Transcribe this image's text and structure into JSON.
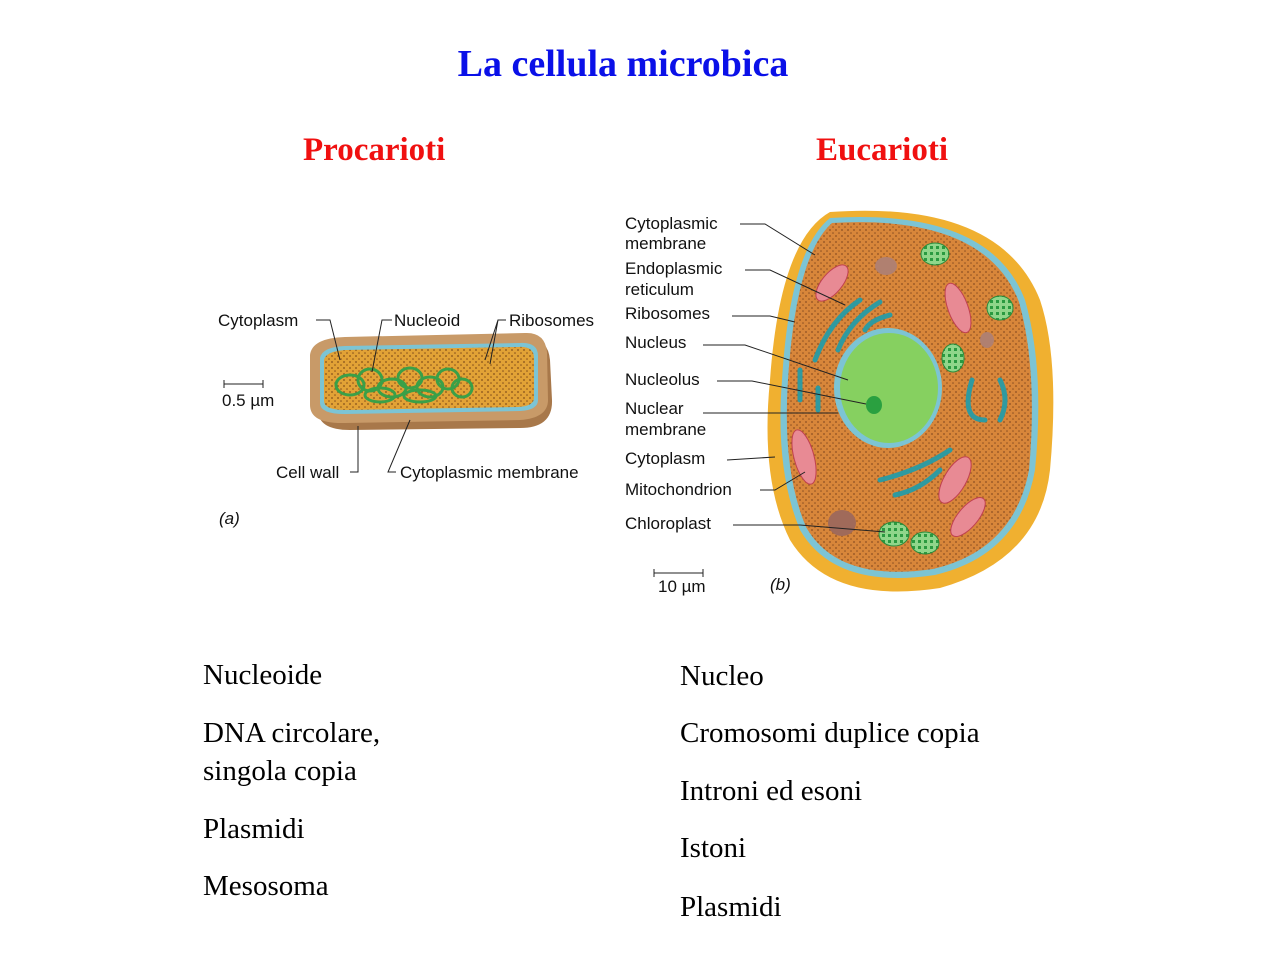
{
  "title": "La cellula microbica",
  "columns": {
    "left": {
      "heading": "Procarioti",
      "items": [
        "Nucleoide",
        "DNA circolare,",
        "singola copia",
        "Plasmidi",
        "Mesosoma"
      ]
    },
    "right": {
      "heading": "Eucarioti",
      "items": [
        "Nucleo",
        "Cromosomi duplice copia",
        "Introni ed esoni",
        "Istoni",
        "Plasmidi"
      ]
    }
  },
  "figure_a": {
    "panel": "(a)",
    "scale": "0.5 µm",
    "labels": {
      "cytoplasm": "Cytoplasm",
      "nucleoid": "Nucleoid",
      "ribosomes": "Ribosomes",
      "cell_wall": "Cell wall",
      "membrane": "Cytoplasmic membrane"
    }
  },
  "figure_b": {
    "panel": "(b)",
    "scale": "10 µm",
    "labels": {
      "membrane_1": "Cytoplasmic",
      "membrane_2": "membrane",
      "er_1": "Endoplasmic",
      "er_2": "reticulum",
      "ribosomes": "Ribosomes",
      "nucleus": "Nucleus",
      "nucleolus": "Nucleolus",
      "nuclear_1": "Nuclear",
      "nuclear_2": "membrane",
      "cytoplasm": "Cytoplasm",
      "mitochondrion": "Mitochondrion",
      "chloroplast": "Chloroplast"
    }
  },
  "colors": {
    "title": "#0a10e8",
    "heading": "#f01010",
    "cytoplasm": "#d98a2e",
    "wall": "#b58a5a",
    "membrane": "#7cc4d4",
    "nucleus": "#7fcf5a",
    "outer_wall": "#f0b030"
  }
}
